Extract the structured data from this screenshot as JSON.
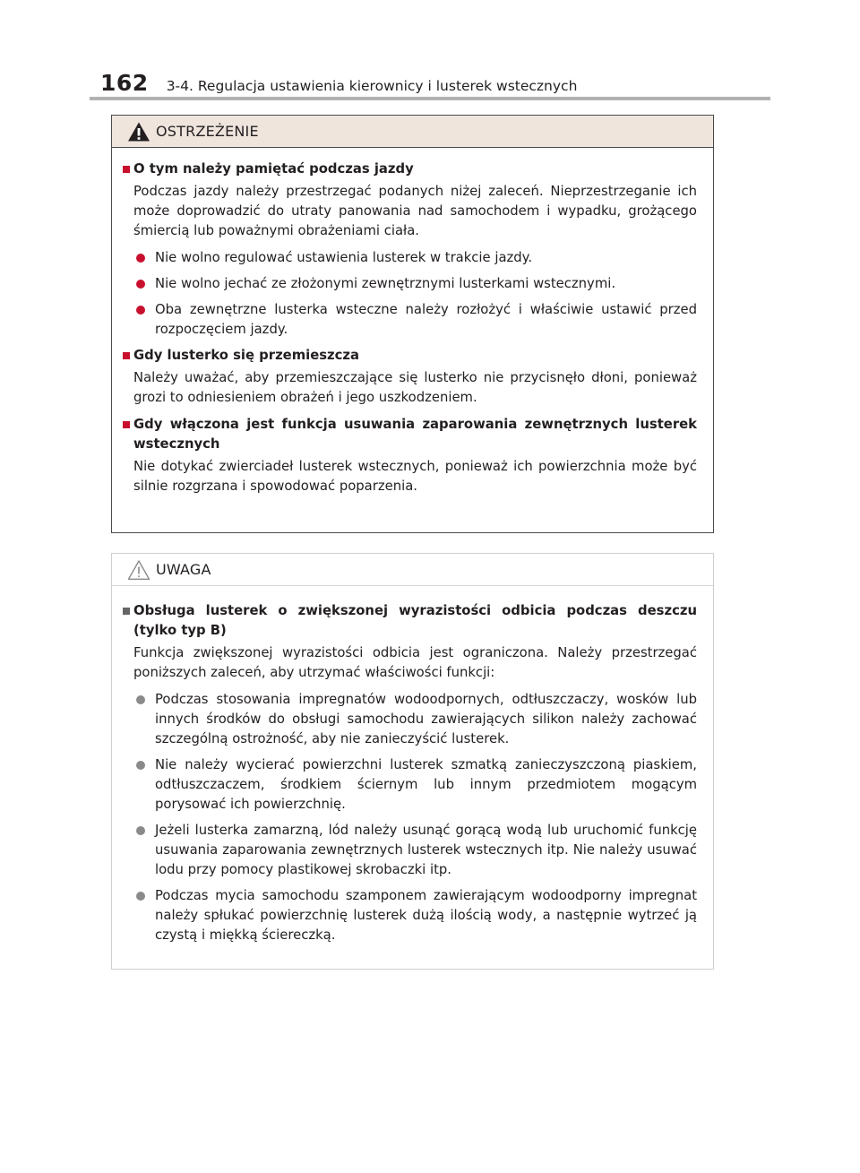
{
  "header": {
    "page_number": "162",
    "section_title": "3-4. Regulacja ustawienia kierownicy i lusterek wstecznych"
  },
  "warning_box": {
    "label": "OSTRZEŻENIE",
    "icon": "warning-triangle-filled-icon",
    "sections": [
      {
        "title": "O tym należy pamiętać podczas jazdy",
        "text": "Podczas jazdy należy przestrzegać podanych niżej zaleceń. Nieprzestrzeganie ich może doprowadzić do utraty panowania nad samochodem i wypadku, grożącego śmiercią lub poważnymi obrażeniami ciała.",
        "bullets": [
          "Nie wolno regulować ustawienia lusterek w trakcie jazdy.",
          "Nie wolno jechać ze złożonymi zewnętrznymi lusterkami wstecznymi.",
          "Oba zewnętrzne lusterka wsteczne należy rozłożyć i właściwie ustawić przed rozpoczęciem jazdy."
        ]
      },
      {
        "title": "Gdy lusterko się przemieszcza",
        "text": "Należy uważać, aby przemieszczające się lusterko nie przycisnęło dłoni, ponieważ grozi to odniesieniem obrażeń i jego uszkodzeniem."
      },
      {
        "title": "Gdy włączona jest funkcja usuwania zaparowania zewnętrznych lusterek wstecznych",
        "text": "Nie dotykać zwierciadeł lusterek wstecznych, ponieważ ich powierzchnia może być silnie rozgrzana i spowodować poparzenia."
      }
    ]
  },
  "caution_box": {
    "label": "UWAGA",
    "icon": "caution-triangle-outline-icon",
    "sections": [
      {
        "title": "Obsługa lusterek o zwiększonej wyrazistości odbicia podczas deszczu (tylko typ B)",
        "text": "Funkcja zwiększonej wyrazistości odbicia jest ograniczona. Należy przestrzegać poniższych zaleceń, aby utrzymać właściwości funkcji:",
        "bullets": [
          "Podczas stosowania impregnatów wodoodpornych, odtłuszczaczy, wosków lub innych środków do obsługi samochodu zawierających silikon należy zachować szczególną ostrożność, aby nie zanieczyścić lusterek.",
          "Nie należy wycierać powierzchni lusterek szmatką zanieczyszczoną piaskiem, odtłuszczaczem, środkiem ściernym lub innym przedmiotem mogącym porysować ich powierzchnię.",
          "Jeżeli lusterka zamarzną, lód należy usunąć gorącą wodą lub uruchomić funkcję usuwania zaparowania zewnętrznych lusterek wstecznych itp. Nie należy usuwać lodu przy pomocy plastikowej skrobaczki itp.",
          "Podczas mycia samochodu szamponem zawierającym wodoodporny impregnat należy spłukać powierzchnię lusterek dużą ilością wody, a następnie wytrzeć ją czystą i miękką ściereczką."
        ]
      }
    ]
  },
  "colors": {
    "warning_accent": "#c8102e",
    "warning_header_bg": "#efe5dd",
    "caution_accent": "#8a8a8a",
    "header_rule": "#b2b2b2"
  }
}
